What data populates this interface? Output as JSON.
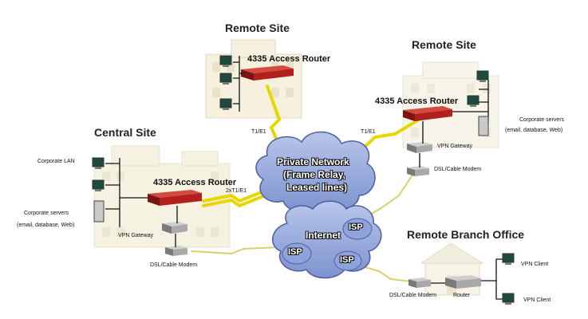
{
  "titles": {
    "remote_site_top": "Remote Site",
    "remote_site_right": "Remote Site",
    "central_site": "Central Site",
    "remote_branch": "Remote Branch Office"
  },
  "routers": {
    "top": "4335 Access Router",
    "right": "4335 Access Router",
    "central": "4335 Access Router"
  },
  "links": {
    "t1_left": "T1/E1",
    "t1_right": "T1/E1",
    "two_t1": "2xT1/E1"
  },
  "clouds": {
    "private_line1": "Private Network",
    "private_line2": "(Frame Relay,",
    "private_line3": "Leased lines)",
    "internet": "Internet",
    "isp_1": "ISP",
    "isp_2": "ISP",
    "isp_3": "ISP"
  },
  "labels": {
    "corporate_lan": "Corporate LAN",
    "corp_servers_left_1": "Corporate servers",
    "corp_servers_left_2": "(email, database, Web)",
    "vpn_gateway_left": "VPN Gateway",
    "dsl_left": "DSL/Cable Modem",
    "corp_servers_right_1": "Corporate servers",
    "corp_servers_right_2": "(email, database, Web)",
    "vpn_gateway_right": "VPN Gateway",
    "dsl_right": "DSL/Cable Modem",
    "dsl_branch": "DSL/Cable Modem",
    "router_branch": "Router",
    "vpn_client_1": "VPN Client",
    "vpn_client_2": "VPN Client"
  },
  "colors": {
    "link_yellow": "#e8d600",
    "cloud_blue": "#8fa3d8",
    "router_red": "#b0201c",
    "building_tint": "#f2ecd2"
  }
}
